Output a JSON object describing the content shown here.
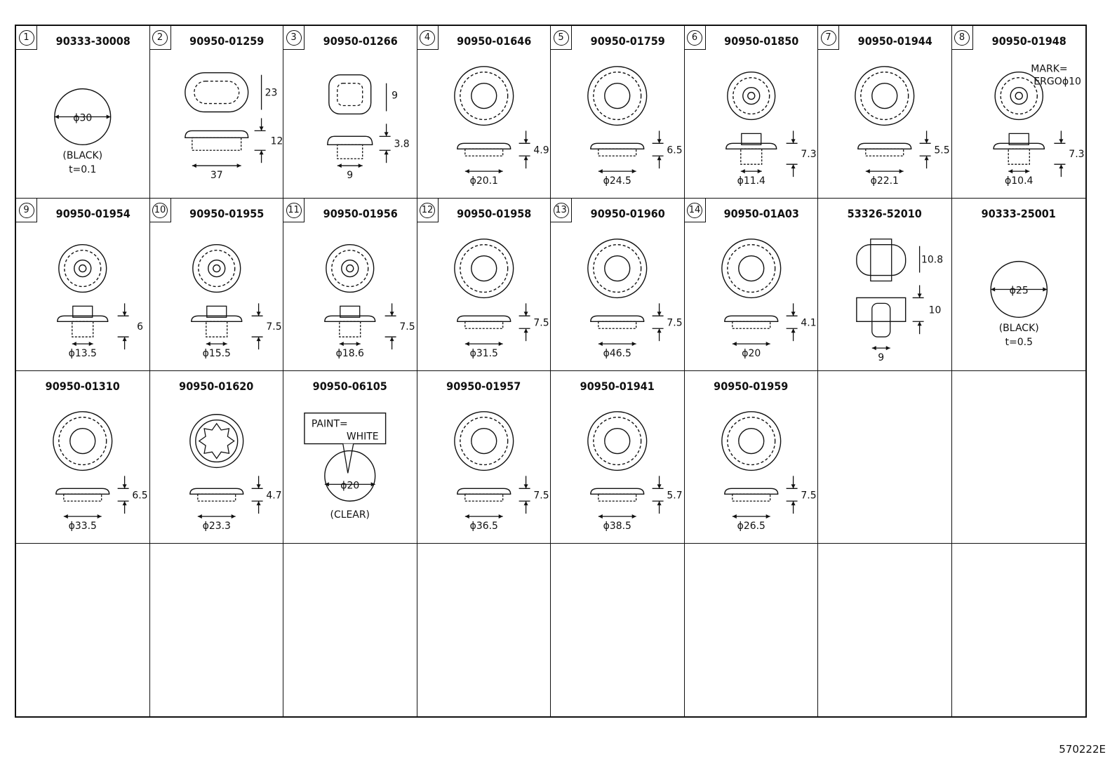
{
  "diagram": {
    "figure_id": "570222E",
    "cells": [
      {
        "index": "1",
        "part": "90333-30008",
        "kind": "disc",
        "dia": "ϕ30",
        "note": "(BLACK)",
        "t": "t=0.1"
      },
      {
        "index": "2",
        "part": "90950-01259",
        "kind": "oval",
        "h": "23",
        "w": "37",
        "d": "12"
      },
      {
        "index": "3",
        "part": "90950-01266",
        "kind": "square",
        "h": "9",
        "w": "9",
        "d": "3.8"
      },
      {
        "index": "4",
        "part": "90950-01646",
        "kind": "round",
        "dia": "ϕ20.1",
        "d": "4.9"
      },
      {
        "index": "5",
        "part": "90950-01759",
        "kind": "round",
        "dia": "ϕ24.5",
        "d": "6.5"
      },
      {
        "index": "6",
        "part": "90950-01850",
        "kind": "boss",
        "dia": "ϕ11.4",
        "d": "7.3"
      },
      {
        "index": "7",
        "part": "90950-01944",
        "kind": "round",
        "dia": "ϕ22.1",
        "d": "5.5"
      },
      {
        "index": "8",
        "part": "90950-01948",
        "kind": "boss",
        "dia": "ϕ10.4",
        "d": "7.3",
        "mark1": "MARK=",
        "mark2": "ERGOϕ10"
      },
      {
        "index": "9",
        "part": "90950-01954",
        "kind": "boss",
        "dia": "ϕ13.5",
        "d": "6"
      },
      {
        "index": "10",
        "part": "90950-01955",
        "kind": "boss",
        "dia": "ϕ15.5",
        "d": "7.5"
      },
      {
        "index": "11",
        "part": "90950-01956",
        "kind": "boss",
        "dia": "ϕ18.6",
        "d": "7.5"
      },
      {
        "index": "12",
        "part": "90950-01958",
        "kind": "round",
        "dia": "ϕ31.5",
        "d": "7.5"
      },
      {
        "index": "13",
        "part": "90950-01960",
        "kind": "round",
        "dia": "ϕ46.5",
        "d": "7.5"
      },
      {
        "index": "14",
        "part": "90950-01A03",
        "kind": "round",
        "dia": "ϕ20",
        "d": "4.1"
      },
      {
        "index": "",
        "part": "53326-52010",
        "kind": "clip",
        "h": "10.8",
        "w": "9",
        "d": "10"
      },
      {
        "index": "",
        "part": "90333-25001",
        "kind": "disc",
        "dia": "ϕ25",
        "note": "(BLACK)",
        "t": "t=0.5"
      },
      {
        "index": "",
        "part": "90950-01310",
        "kind": "round",
        "dia": "ϕ33.5",
        "d": "6.5"
      },
      {
        "index": "",
        "part": "90950-01620",
        "kind": "gear",
        "dia": "ϕ23.3",
        "d": "4.7"
      },
      {
        "index": "",
        "part": "90950-06105",
        "kind": "paint",
        "dia": "ϕ20",
        "note": "(CLEAR)",
        "paint1": "PAINT=",
        "paint2": "WHITE"
      },
      {
        "index": "",
        "part": "90950-01957",
        "kind": "round",
        "dia": "ϕ36.5",
        "d": "7.5"
      },
      {
        "index": "",
        "part": "90950-01941",
        "kind": "round",
        "dia": "ϕ38.5",
        "d": "5.7"
      },
      {
        "index": "",
        "part": "90950-01959",
        "kind": "round",
        "dia": "ϕ26.5",
        "d": "7.5"
      },
      {
        "index": "",
        "part": "",
        "kind": "empty"
      },
      {
        "index": "",
        "part": "",
        "kind": "empty"
      },
      {
        "index": "",
        "part": "",
        "kind": "empty"
      },
      {
        "index": "",
        "part": "",
        "kind": "empty"
      },
      {
        "index": "",
        "part": "",
        "kind": "empty"
      },
      {
        "index": "",
        "part": "",
        "kind": "empty"
      },
      {
        "index": "",
        "part": "",
        "kind": "empty"
      },
      {
        "index": "",
        "part": "",
        "kind": "empty"
      },
      {
        "index": "",
        "part": "",
        "kind": "empty"
      },
      {
        "index": "",
        "part": "",
        "kind": "empty"
      }
    ]
  }
}
